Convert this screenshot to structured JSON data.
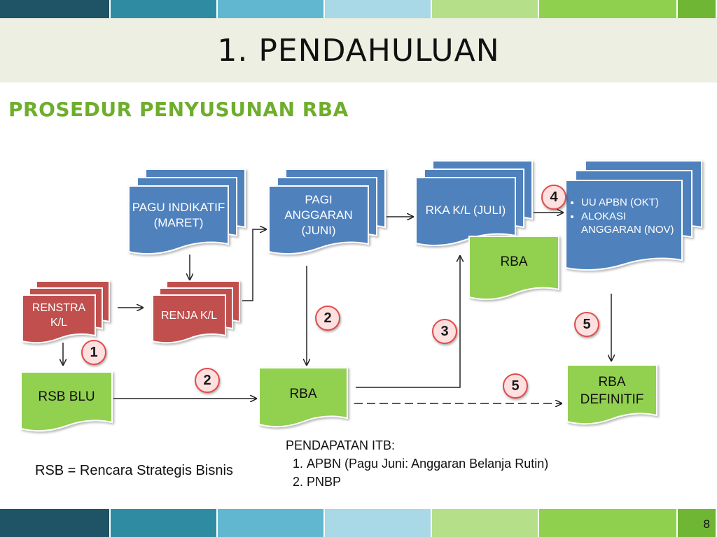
{
  "header": {
    "title": "1. PENDAHULUAN"
  },
  "subtitle": "PROSEDUR PENYUSUNAN RBA",
  "stripe_colors": [
    "#1f5466",
    "#2f8ba1",
    "#60b7cf",
    "#a9d8e6",
    "#b6df8a",
    "#8fd14f",
    "#6fb635"
  ],
  "colors": {
    "blue_doc": "#4f81bd",
    "red_doc": "#c0504d",
    "green_doc": "#92d050",
    "subtitle": "#6fae2d",
    "badge_border": "#e34a4a",
    "badge_fill": "#fde0df"
  },
  "nodes": {
    "pagu_indikatif": "PAGU INDIKATIF (MARET)",
    "pagi_anggaran": "PAGI ANGGARAN (JUNI)",
    "rka_kl": "RKA K/L (JULI)",
    "rba_top": "RBA",
    "renstra": "RENSTRA K/L",
    "renja": "RENJA K/L",
    "rsb_blu": "RSB BLU",
    "rba_mid": "RBA",
    "rba_definitif": "RBA DEFINITIF"
  },
  "uu_apbn_list": [
    "UU APBN (OKT)",
    "ALOKASI ANGGARAN (NOV)"
  ],
  "badges": {
    "b1": "1",
    "b2a": "2",
    "b2b": "2",
    "b3": "3",
    "b4": "4",
    "b5a": "5",
    "b5b": "5"
  },
  "notes": {
    "heading": "PENDAPATAN ITB:",
    "items": [
      "APBN (Pagu Juni: Anggaran Belanja Rutin)",
      "PNBP"
    ]
  },
  "rsb_definition": "RSB = Rencara Strategis Bisnis",
  "page_number": "8"
}
